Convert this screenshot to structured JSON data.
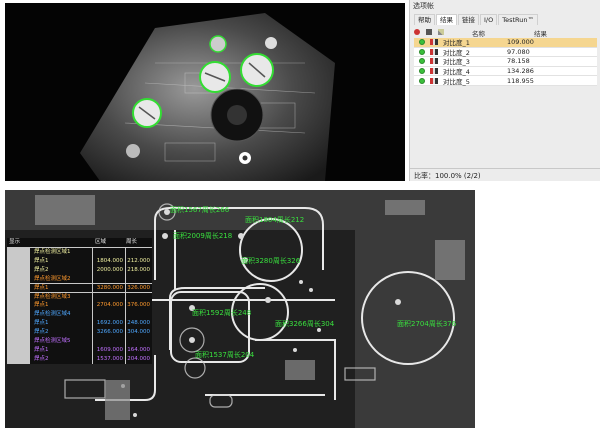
{
  "panel": {
    "title": "选项帐",
    "tabs": [
      {
        "label": "帮助",
        "active": false
      },
      {
        "label": "结果",
        "active": true
      },
      {
        "label": "链接",
        "active": false
      },
      {
        "label": "I/O",
        "active": false
      },
      {
        "label": "TestRun™",
        "active": false
      }
    ],
    "header_name": "名称",
    "header_result": "结果",
    "rows": [
      {
        "name": "对比度_1",
        "value": "109.000",
        "selected": true
      },
      {
        "name": "对比度_2",
        "value": "97.080",
        "selected": false
      },
      {
        "name": "对比度_3",
        "value": "78.158",
        "selected": false
      },
      {
        "name": "对比度_4",
        "value": "134.286",
        "selected": false
      },
      {
        "name": "对比度_5",
        "value": "118.955",
        "selected": false
      }
    ],
    "ratio": "比率：100.0% (2/2)",
    "status_color": "#3bbf3b",
    "selected_color": "#f5d690"
  },
  "legend": {
    "head_left": "显示",
    "head_area": "区域",
    "head_perimeter": "周长",
    "rows": [
      {
        "label": "焊点检测区域1",
        "v1": "",
        "v2": "",
        "color": "#f0f0a0"
      },
      {
        "label": "焊点1",
        "v1": "1804.000",
        "v2": "212.000",
        "color": "#f0f0a0"
      },
      {
        "label": "焊点2",
        "v1": "2000.000",
        "v2": "218.000",
        "color": "#f0f0a0"
      },
      {
        "label": "焊点检测区域2",
        "v1": "",
        "v2": "",
        "color": "#ff9a2e"
      },
      {
        "label": "焊点1",
        "v1": "3280.000",
        "v2": "326.000",
        "color": "#ff9a2e"
      },
      {
        "label": "焊点检测区域3",
        "v1": "",
        "v2": "",
        "color": "#ff9a2e"
      },
      {
        "label": "焊点1",
        "v1": "2704.000",
        "v2": "376.000",
        "color": "#ff9a2e"
      },
      {
        "label": "焊点检测区域4",
        "v1": "",
        "v2": "",
        "color": "#4fa8ff"
      },
      {
        "label": "焊点1",
        "v1": "1692.000",
        "v2": "248.000",
        "color": "#4fa8ff"
      },
      {
        "label": "焊点2",
        "v1": "3266.000",
        "v2": "304.000",
        "color": "#4fa8ff"
      },
      {
        "label": "焊点检测区域5",
        "v1": "",
        "v2": "",
        "color": "#c070ff"
      },
      {
        "label": "焊点1",
        "v1": "1609.000",
        "v2": "164.000",
        "color": "#c070ff"
      },
      {
        "label": "焊点2",
        "v1": "1537.000",
        "v2": "204.000",
        "color": "#c070ff"
      }
    ]
  },
  "annotations": [
    {
      "text": "面积1567周长266"
    },
    {
      "text": "面积1804周长212"
    },
    {
      "text": "面积2009周长218"
    },
    {
      "text": "面积3280周长326"
    },
    {
      "text": "面积1592周长248"
    },
    {
      "text": "面积3266周长304"
    },
    {
      "text": "面积1537周长204"
    },
    {
      "text": "面积2704周长376"
    }
  ],
  "annotation_color": "#39e03e"
}
